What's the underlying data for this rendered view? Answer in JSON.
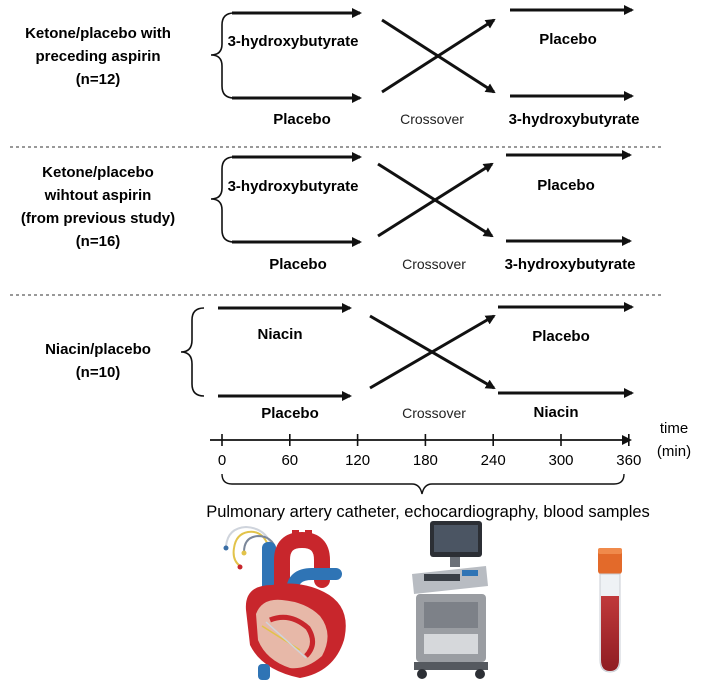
{
  "groups": [
    {
      "label_lines": [
        "Ketone/placebo with",
        "preceding aspirin",
        "(n=12)"
      ],
      "period1_top": "3-hydroxybutyrate",
      "period1_bottom": "Placebo",
      "period2_top": "Placebo",
      "period2_bottom": "3-hydroxybutyrate",
      "crossover": "Crossover"
    },
    {
      "label_lines": [
        "Ketone/placebo",
        "wihtout aspirin",
        "(from previous study)",
        "(n=16)"
      ],
      "period1_top": "3-hydroxybutyrate",
      "period1_bottom": "Placebo",
      "period2_top": "Placebo",
      "period2_bottom": "3-hydroxybutyrate",
      "crossover": "Crossover"
    },
    {
      "label_lines": [
        "Niacin/placebo",
        "(n=10)"
      ],
      "period1_top": "Niacin",
      "period1_bottom": "Placebo",
      "period2_top": "Placebo",
      "period2_bottom": "Niacin",
      "crossover": "Crossover"
    }
  ],
  "timeline": {
    "ticks": [
      "0",
      "60",
      "120",
      "180",
      "240",
      "300",
      "360"
    ],
    "unit_lines": [
      "time",
      "(min)"
    ]
  },
  "caption": "Pulmonary artery catheter, echocardiography, blood samples",
  "illustrations": [
    "heart-catheter-illustration",
    "echocardiography-machine-illustration",
    "blood-sample-tube-illustration"
  ],
  "colors": {
    "heart_red": "#c8262c",
    "vessel_blue": "#2f74b5",
    "tube_cap": "#e36a2a",
    "blood": "#b3262a",
    "machine_gray": "#9a9da2"
  }
}
